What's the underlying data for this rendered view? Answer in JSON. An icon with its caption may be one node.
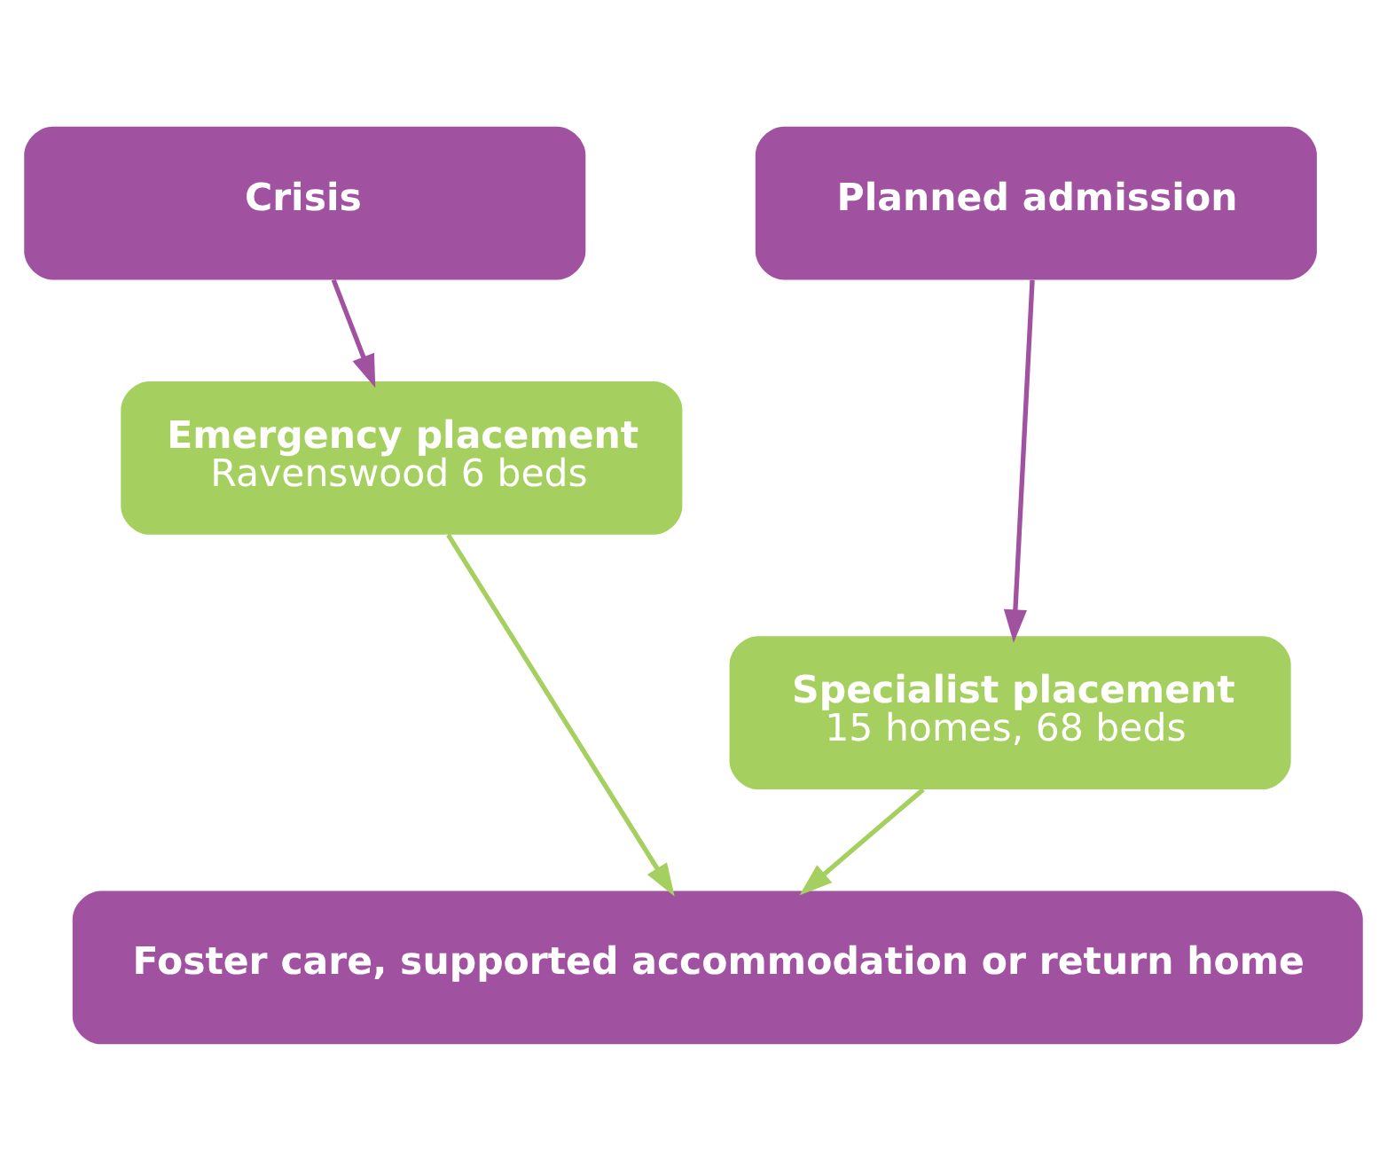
{
  "diagram": {
    "nodes": [
      {
        "text": [
          "Crisis"
        ]
      },
      {
        "text": [
          "Planned admission"
        ]
      },
      {
        "text": [
          "Emergency placement",
          "Ravenswood 6 beds"
        ]
      },
      {
        "text": [
          "Specialist placement",
          "15 homes, 68 beds"
        ]
      },
      {
        "text": [
          "Foster care, supported accommodation or return home"
        ]
      }
    ],
    "edges": [
      {
        "from": 0,
        "to": 2,
        "arrow": "to",
        "color": "#a0519f"
      },
      {
        "from": 1,
        "to": 3,
        "arrow": "to",
        "color": "#a0519f"
      },
      {
        "from": 2,
        "to": 4,
        "arrow": "to",
        "color": "#a5cf5f"
      },
      {
        "from": 3,
        "to": 4,
        "arrow": "to",
        "color": "#a5cf5f"
      }
    ]
  }
}
